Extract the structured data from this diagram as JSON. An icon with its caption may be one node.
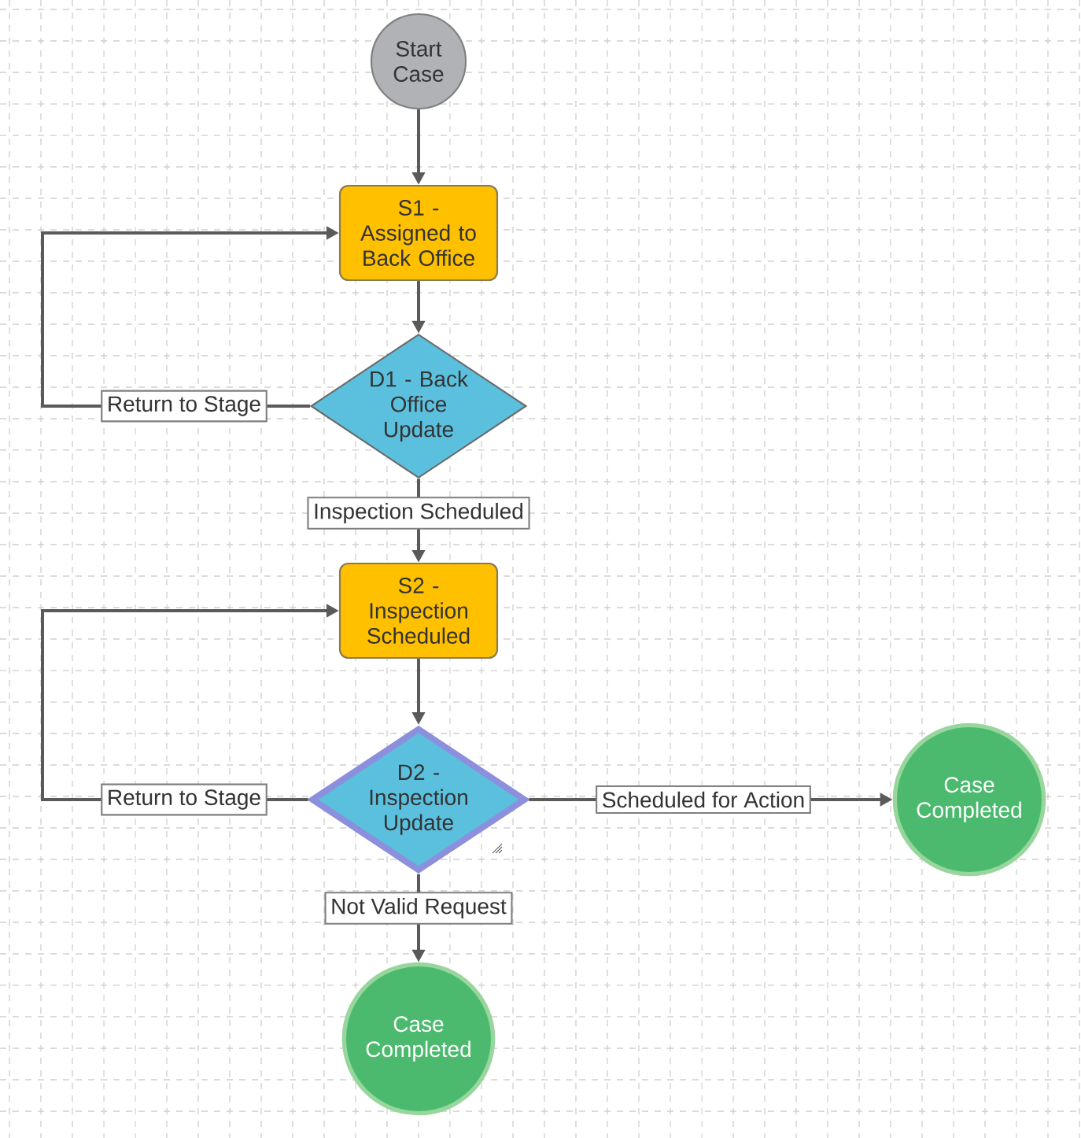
{
  "diagram": {
    "nodes": [
      {
        "text": [
          "Start Case"
        ]
      },
      {
        "text": [
          "S1 - Assigned to Back Office"
        ]
      },
      {
        "text": [
          "D1 - Back Office Update"
        ]
      },
      {
        "text": [
          "S2 - Inspection Scheduled"
        ]
      },
      {
        "text": [
          "D2 - Inspection Update"
        ]
      },
      {
        "text": [
          "Case Completed"
        ]
      },
      {
        "text": [
          "Case Completed"
        ]
      }
    ],
    "edges": [
      {
        "from": 0,
        "to": 1,
        "arrow": "to"
      },
      {
        "from": 1,
        "to": 2,
        "arrow": "to"
      },
      {
        "from": 2,
        "to": 1,
        "arrow": "to",
        "label": "Return to Stage"
      },
      {
        "from": 2,
        "to": 3,
        "arrow": "to",
        "label": "Inspection Scheduled"
      },
      {
        "from": 3,
        "to": 4,
        "arrow": "to"
      },
      {
        "from": 4,
        "to": 3,
        "arrow": "to",
        "label": "Return to Stage"
      },
      {
        "from": 4,
        "to": 5,
        "arrow": "to",
        "label": "Scheduled for Action"
      },
      {
        "from": 4,
        "to": 6,
        "arrow": "to",
        "label": "Not Valid Request"
      }
    ]
  }
}
